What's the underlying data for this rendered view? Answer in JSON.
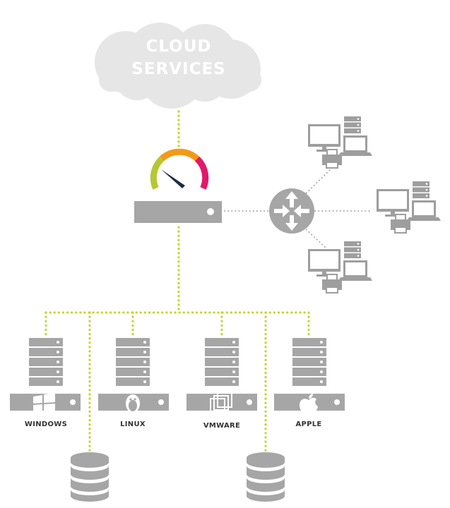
{
  "cloud": {
    "line1": "CLOUD",
    "line2": "SERVICES"
  },
  "servers": [
    {
      "label": "WINDOWS",
      "icon": "windows-logo-icon"
    },
    {
      "label": "LINUX",
      "icon": "linux-penguin-icon"
    },
    {
      "label": "VMWARE",
      "icon": "vmware-logo-icon"
    },
    {
      "label": "APPLE",
      "icon": "apple-logo-icon"
    }
  ],
  "colors": {
    "link": "#c5d52a",
    "device": "#a6a6a6",
    "cloud": "#e6e6e6",
    "gauge": [
      "#b5c833",
      "#f29a18",
      "#e2196b"
    ],
    "needle": "#1b2b4a"
  }
}
